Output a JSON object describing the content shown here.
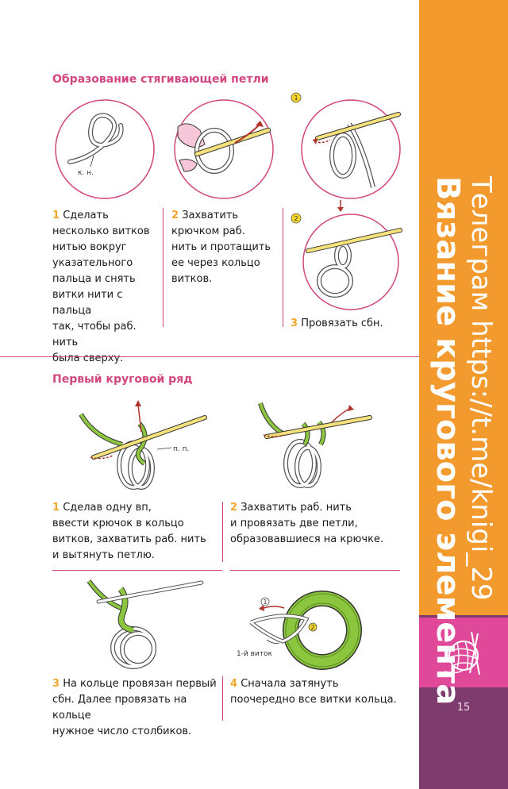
{
  "sidebar": {
    "line1": "Телеграм https://t.me/knigi_29",
    "line2": "Вязание кругового элемента",
    "page_number": "15"
  },
  "section1": {
    "title": "Образование стягивающей петли",
    "label_kn": "к. н.",
    "marker1": "1",
    "marker2": "2",
    "steps": [
      {
        "num": "1",
        "lines": [
          "Сделать",
          "несколько витков",
          "нитью вокруг",
          "указательного",
          "пальца и снять",
          "витки нити с пальца",
          "так, чтобы раб. нить",
          "была сверху."
        ]
      },
      {
        "num": "2",
        "lines": [
          "Захватить",
          "крючком раб.",
          "нить и протащить",
          "ее через кольцо",
          "витков."
        ]
      },
      {
        "num": "3",
        "lines": [
          "Провязать сбн."
        ]
      }
    ]
  },
  "section2": {
    "title": "Первый круговой ряд",
    "label_pp": "п. п.",
    "label_first_turn": "1-й виток",
    "marker1": "1",
    "marker2": "2",
    "steps": [
      {
        "num": "1",
        "lines": [
          "Сделав одну вп,",
          "ввести крючок в кольцо",
          "витков, захватить раб. нить",
          "и вытянуть петлю."
        ]
      },
      {
        "num": "2",
        "lines": [
          "Захватить раб. нить",
          "и провязать две петли,",
          "образовавшиеся на крючке."
        ]
      },
      {
        "num": "3",
        "lines": [
          "На кольце провязан первый",
          "сбн. Далее провязать на кольце",
          "нужное число столбиков."
        ]
      },
      {
        "num": "4",
        "lines": [
          "Сначала затянуть",
          "поочередно все витки кольца."
        ]
      }
    ]
  },
  "colors": {
    "accent_pink": "#d2477f",
    "number_orange": "#f2a52b",
    "sidebar_orange": "#f29a2e",
    "sidebar_pink": "#e0499a",
    "sidebar_purple": "#7d3b6e",
    "hook_yellow": "#f5e27a",
    "yarn_green": "#8cc63f"
  }
}
